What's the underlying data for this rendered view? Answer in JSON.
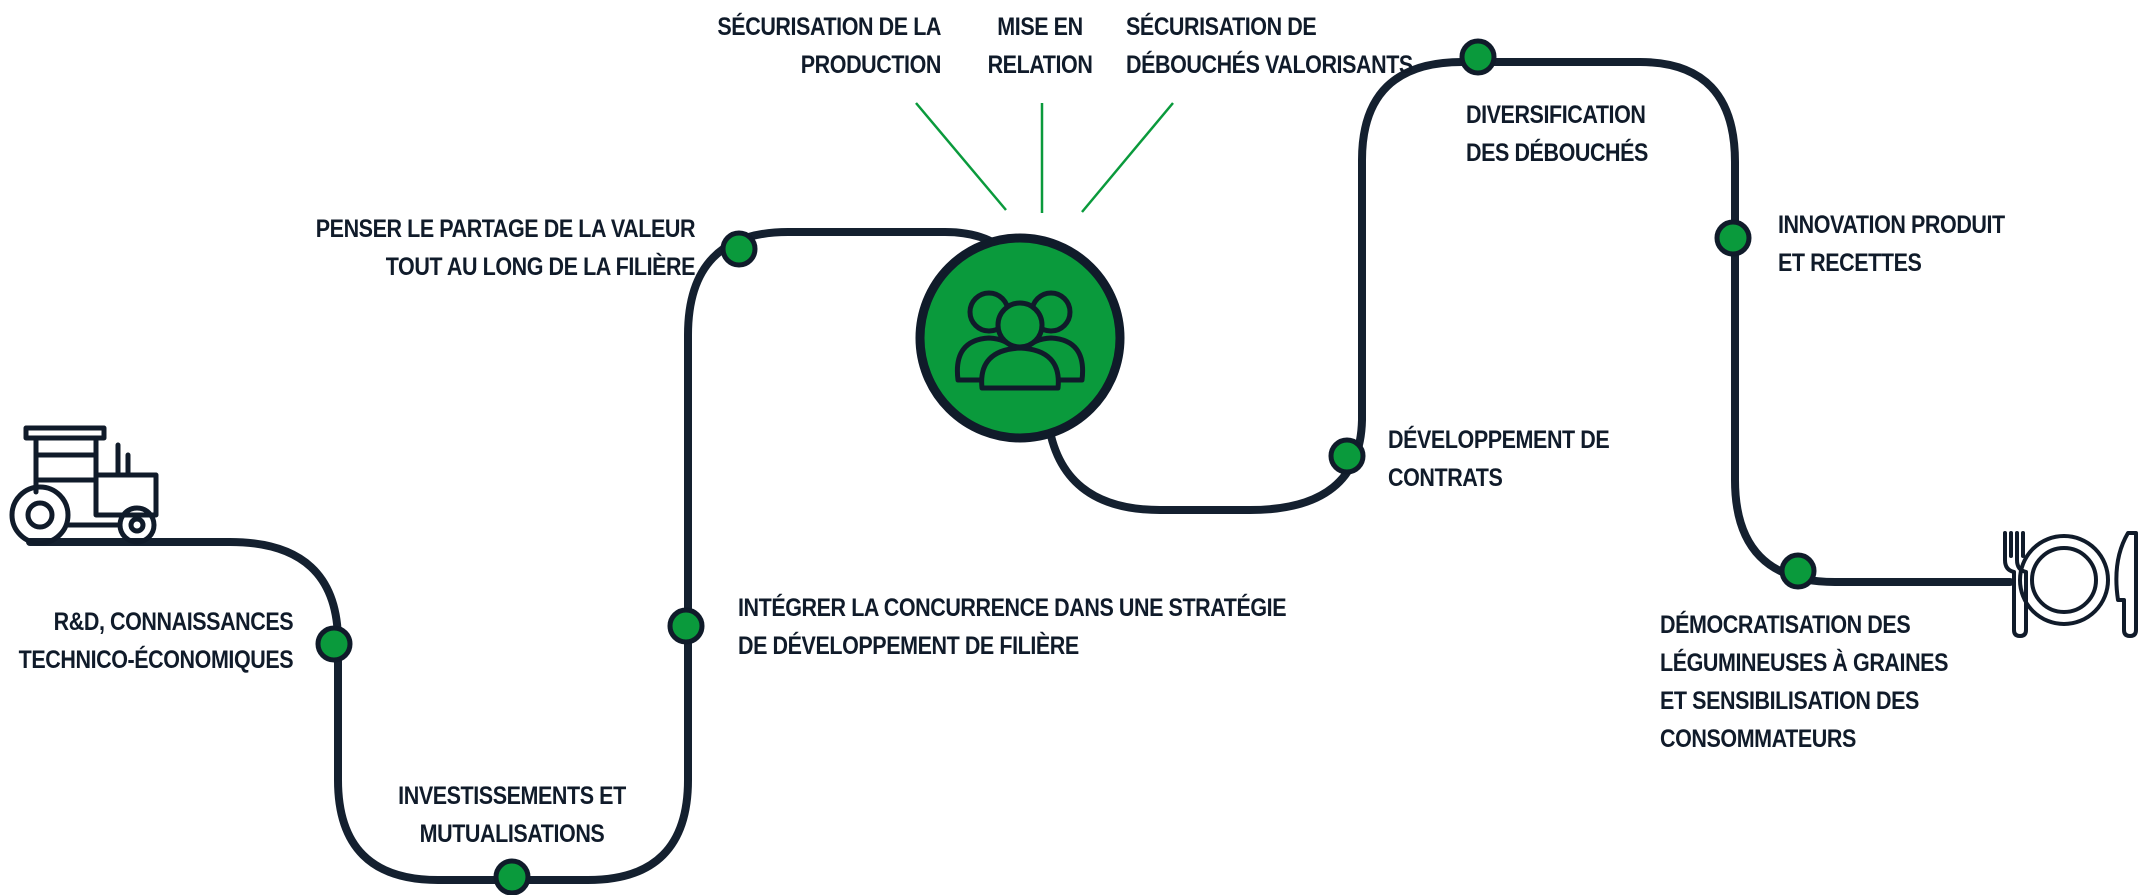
{
  "colors": {
    "path": "#14202f",
    "accent": "#0a9a3c",
    "text": "#101b2a"
  },
  "icons": {
    "start": "tractor-icon",
    "hub": "group-people-icon",
    "end": "plate-cutlery-icon"
  },
  "hub_labels": [
    {
      "lines": [
        "Sécurisation de la",
        "production"
      ]
    },
    {
      "lines": [
        "Mise en",
        "relation"
      ]
    },
    {
      "lines": [
        "Sécurisation de",
        "débouchés valorisants"
      ]
    }
  ],
  "steps": [
    {
      "lines": [
        "R&D, connaissances",
        "technico-économiques"
      ]
    },
    {
      "lines": [
        "Investissements et",
        "mutualisations"
      ]
    },
    {
      "lines": [
        "Intégrer la concurrence dans une stratégie",
        "de développement de filière"
      ]
    },
    {
      "lines": [
        "Penser le partage de la valeur",
        "tout au long de la filière"
      ]
    },
    {
      "lines": [
        "Développement de",
        "contrats"
      ]
    },
    {
      "lines": [
        "Diversification",
        "des débouchés"
      ]
    },
    {
      "lines": [
        "Innovation produit",
        "et recettes"
      ]
    },
    {
      "lines": [
        "Démocratisation des",
        "légumineuses à graines",
        "et sensibilisation des",
        "consommateurs"
      ]
    }
  ]
}
